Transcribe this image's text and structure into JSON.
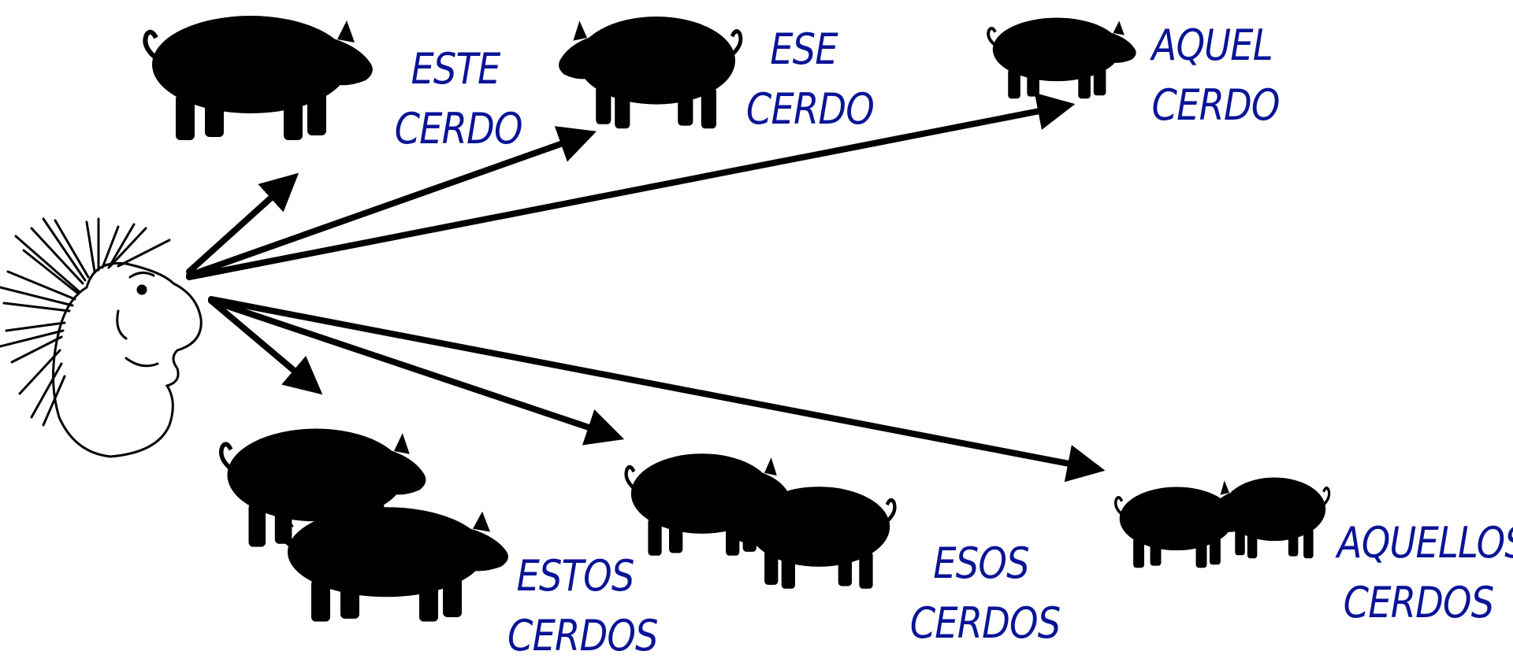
{
  "colors": {
    "label_text": "#0a1496",
    "silhouette": "#000000",
    "arrow": "#000000",
    "face_outline": "#000000",
    "background": "#ffffff"
  },
  "labels": {
    "este": {
      "line1": "ESTE",
      "line2": "CERDO"
    },
    "ese": {
      "line1": "ESE",
      "line2": "CERDO"
    },
    "aquel": {
      "line1": "AQUEL",
      "line2": "CERDO"
    },
    "estos": {
      "line1": "ESTOS",
      "line2": "CERDOS"
    },
    "esos": {
      "line1": "ESOS",
      "line2": "CERDOS"
    },
    "aquellos": {
      "line1": "AQUELLOS",
      "line2": "CERDOS"
    }
  }
}
